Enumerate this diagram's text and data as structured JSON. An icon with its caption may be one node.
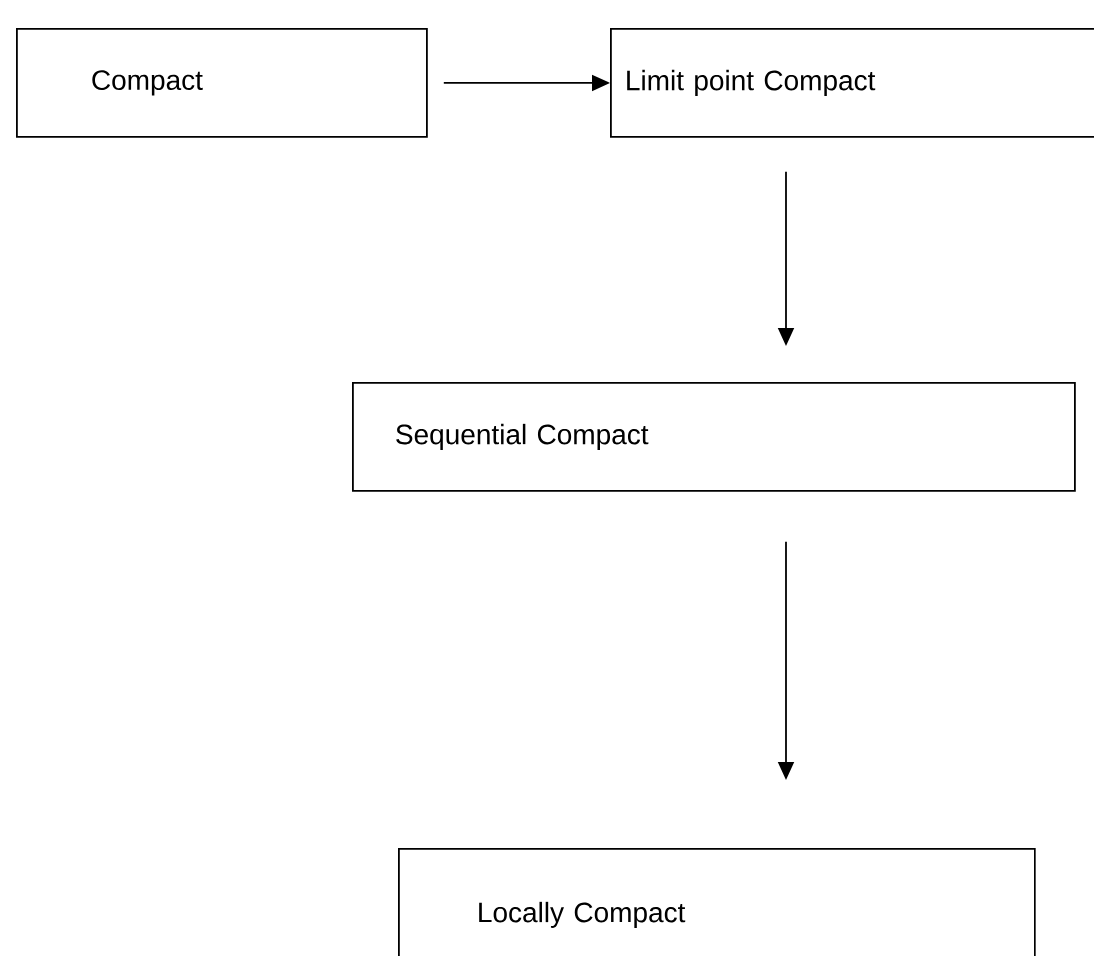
{
  "diagram": {
    "nodes": [
      {
        "text": [
          "Compact"
        ]
      },
      {
        "text": [
          "Limit point Compact"
        ]
      },
      {
        "text": [
          "Sequential Compact"
        ]
      },
      {
        "text": [
          "Locally Compact"
        ]
      }
    ],
    "edges": [
      {
        "from": 0,
        "to": 1,
        "arrow": "to"
      },
      {
        "from": 1,
        "to": 2,
        "arrow": "to"
      },
      {
        "from": 2,
        "to": 3,
        "arrow": "to"
      }
    ]
  }
}
